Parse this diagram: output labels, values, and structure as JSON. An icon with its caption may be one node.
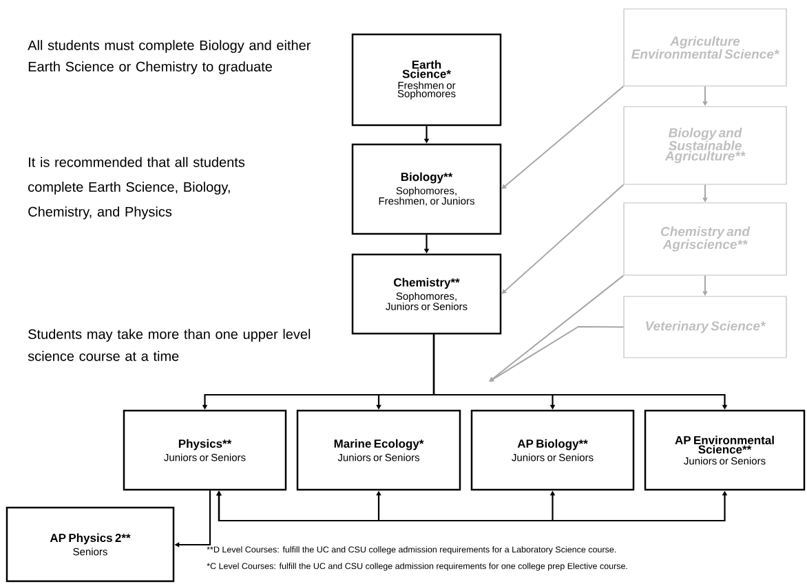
{
  "diagram": {
    "nodes": [
      {
        "text": [
          "Earth Science*",
          "Freshmen or Sophomores"
        ]
      },
      {
        "text": [
          "Biology**",
          "Sophomores, Freshmen, or Juniors"
        ]
      },
      {
        "text": [
          "Chemistry**",
          "Sophomores, Juniors or Seniors"
        ]
      },
      {
        "text": [
          "Agriculture Environmental Science*"
        ]
      },
      {
        "text": [
          "Biology and Sustainable Agriculture**"
        ]
      },
      {
        "text": [
          "Chemistry and Agriscience**"
        ]
      },
      {
        "text": [
          "Veterinary Science*"
        ]
      },
      {
        "text": [
          "Physics**",
          "Juniors or Seniors"
        ]
      },
      {
        "text": [
          "Marine Ecology*",
          "Juniors or Seniors"
        ]
      },
      {
        "text": [
          "AP Biology**",
          "Juniors or Seniors"
        ]
      },
      {
        "text": [
          "AP Environmental Science**",
          "Juniors or Seniors"
        ]
      },
      {
        "text": [
          "AP Physics 2**",
          "Seniors"
        ]
      }
    ],
    "edges": [
      {
        "from": 0,
        "to": 1,
        "arrow": "to"
      },
      {
        "from": 1,
        "to": 2,
        "arrow": "to"
      },
      {
        "from": 3,
        "to": 4,
        "arrow": "to",
        "color": "#a6a6a6"
      },
      {
        "from": 4,
        "to": 5,
        "arrow": "to",
        "color": "#a6a6a6"
      },
      {
        "from": 5,
        "to": 6,
        "arrow": "to",
        "color": "#a6a6a6"
      },
      {
        "from": 3,
        "to": 1,
        "arrow": "to",
        "color": "#a6a6a6"
      },
      {
        "from": 4,
        "to": 2,
        "arrow": "to",
        "color": "#a6a6a6"
      },
      {
        "from": 5,
        "to": null,
        "arrow": "to",
        "color": "#a6a6a6"
      },
      {
        "from": 6,
        "to": null,
        "arrow": "to",
        "color": "#a6a6a6"
      },
      {
        "from": 2,
        "to": 7,
        "arrow": "to"
      },
      {
        "from": 2,
        "to": 8,
        "arrow": "to"
      },
      {
        "from": 2,
        "to": 9,
        "arrow": "to"
      },
      {
        "from": 2,
        "to": 10,
        "arrow": "to"
      },
      {
        "from": 7,
        "to": 11,
        "arrow": "to"
      },
      {
        "from": 7,
        "to": 8,
        "arrow": "both"
      },
      {
        "from": 7,
        "to": 9,
        "arrow": "both"
      },
      {
        "from": 7,
        "to": 10,
        "arrow": "both"
      }
    ],
    "labels": [
      "All students must complete Biology and either Earth Science or Chemistry to graduate",
      "It is recommended that all students complete Earth Science, Biology, Chemistry, and Physics",
      "Students may take more than one upper level science course at a time",
      "**D Level Courses: fulfill the UC and CSU college admission requirements for a Laboratory Science course.",
      "*C Level Courses: fulfill the UC and CSU college admission requirements for one college prep Elective course."
    ]
  }
}
